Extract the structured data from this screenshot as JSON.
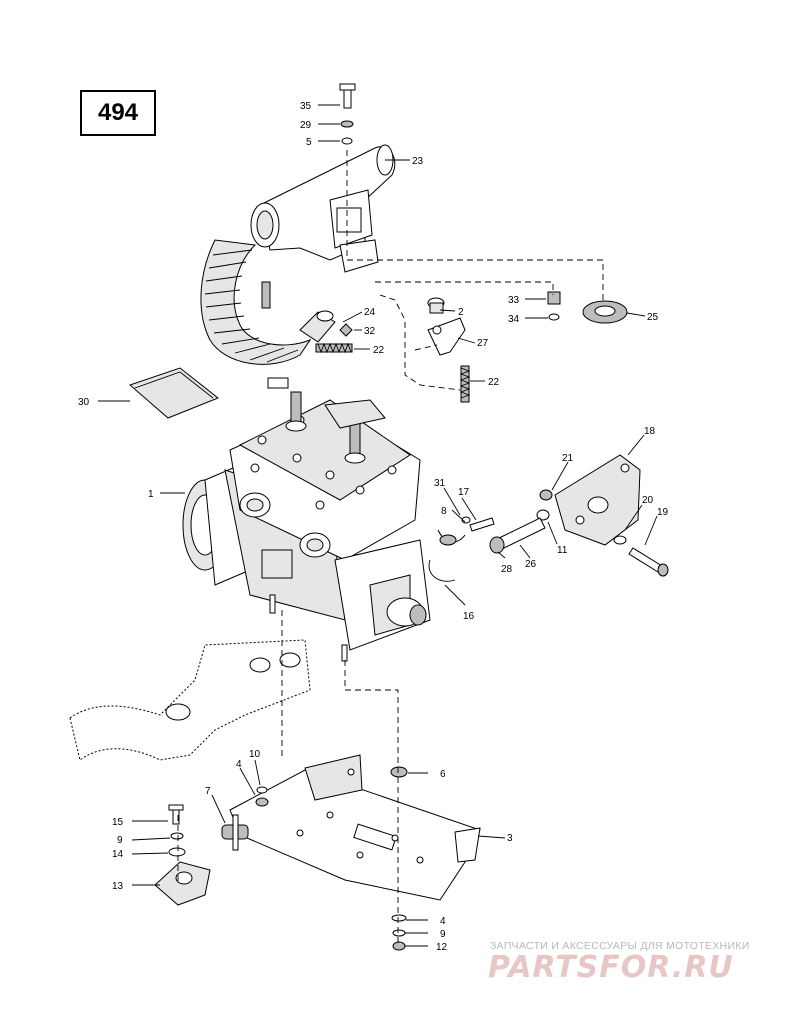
{
  "page_number": "494",
  "callouts": [
    "35",
    "29",
    "5",
    "23",
    "24",
    "32",
    "22",
    "2",
    "33",
    "34",
    "25",
    "27",
    "22",
    "30",
    "18",
    "21",
    "31",
    "17",
    "8",
    "20",
    "19",
    "1",
    "11",
    "28",
    "26",
    "16",
    "10",
    "4",
    "6",
    "7",
    "3",
    "15",
    "9",
    "14",
    "13",
    "4",
    "9",
    "12"
  ],
  "watermark": {
    "tagline": "ЗАПЧАСТИ И АКСЕССУАРЫ ДЛЯ МОТОТЕХНИКИ",
    "logo": "PARTSFOR.RU"
  }
}
